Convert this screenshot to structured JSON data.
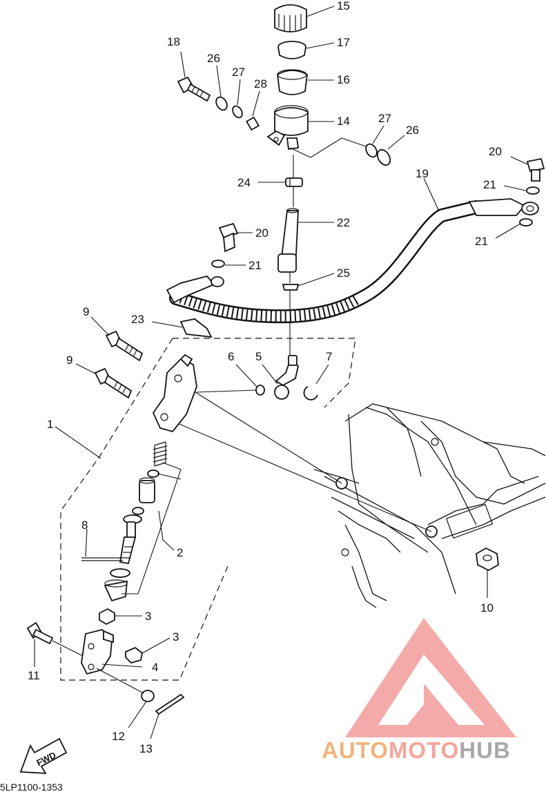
{
  "diagram_code": "5LP1100-1353",
  "fwd_label": "FWD",
  "brand": {
    "part1": "AUTO",
    "part2": "MOTO",
    "part3": "HUB",
    "colors": {
      "auto": "#f2b27b",
      "moto": "#f4a59b",
      "hub": "#a9a9a9",
      "logo": "#f5a1a1"
    }
  },
  "callouts": [
    {
      "id": "c15",
      "label": "15"
    },
    {
      "id": "c17",
      "label": "17"
    },
    {
      "id": "c16",
      "label": "16"
    },
    {
      "id": "c14",
      "label": "14"
    },
    {
      "id": "c18",
      "label": "18"
    },
    {
      "id": "c26a",
      "label": "26"
    },
    {
      "id": "c27a",
      "label": "27"
    },
    {
      "id": "c28",
      "label": "28"
    },
    {
      "id": "c27b",
      "label": "27"
    },
    {
      "id": "c26b",
      "label": "26"
    },
    {
      "id": "c24",
      "label": "24"
    },
    {
      "id": "c20a",
      "label": "20"
    },
    {
      "id": "c21a",
      "label": "21"
    },
    {
      "id": "c19",
      "label": "19"
    },
    {
      "id": "c21b",
      "label": "21"
    },
    {
      "id": "c22",
      "label": "22"
    },
    {
      "id": "c20b",
      "label": "20"
    },
    {
      "id": "c21c",
      "label": "21"
    },
    {
      "id": "c25",
      "label": "25"
    },
    {
      "id": "c9a",
      "label": "9"
    },
    {
      "id": "c23",
      "label": "23"
    },
    {
      "id": "c9b",
      "label": "9"
    },
    {
      "id": "c6",
      "label": "6"
    },
    {
      "id": "c5",
      "label": "5"
    },
    {
      "id": "c7",
      "label": "7"
    },
    {
      "id": "c1",
      "label": "1"
    },
    {
      "id": "c8",
      "label": "8"
    },
    {
      "id": "c2",
      "label": "2"
    },
    {
      "id": "c10",
      "label": "10"
    },
    {
      "id": "c3a",
      "label": "3"
    },
    {
      "id": "c3b",
      "label": "3"
    },
    {
      "id": "c4",
      "label": "4"
    },
    {
      "id": "c11",
      "label": "11"
    },
    {
      "id": "c12",
      "label": "12"
    },
    {
      "id": "c13",
      "label": "13"
    }
  ]
}
